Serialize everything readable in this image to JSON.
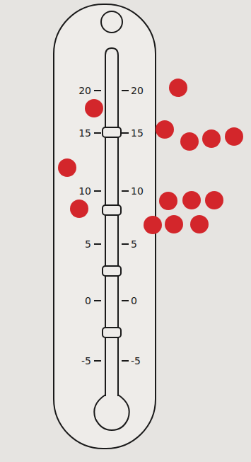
{
  "diagram": {
    "labels": [
      "20",
      "20",
      "15",
      "15",
      "10",
      "10",
      "5",
      "5",
      "0",
      "0",
      "-5",
      "-5"
    ]
  }
}
